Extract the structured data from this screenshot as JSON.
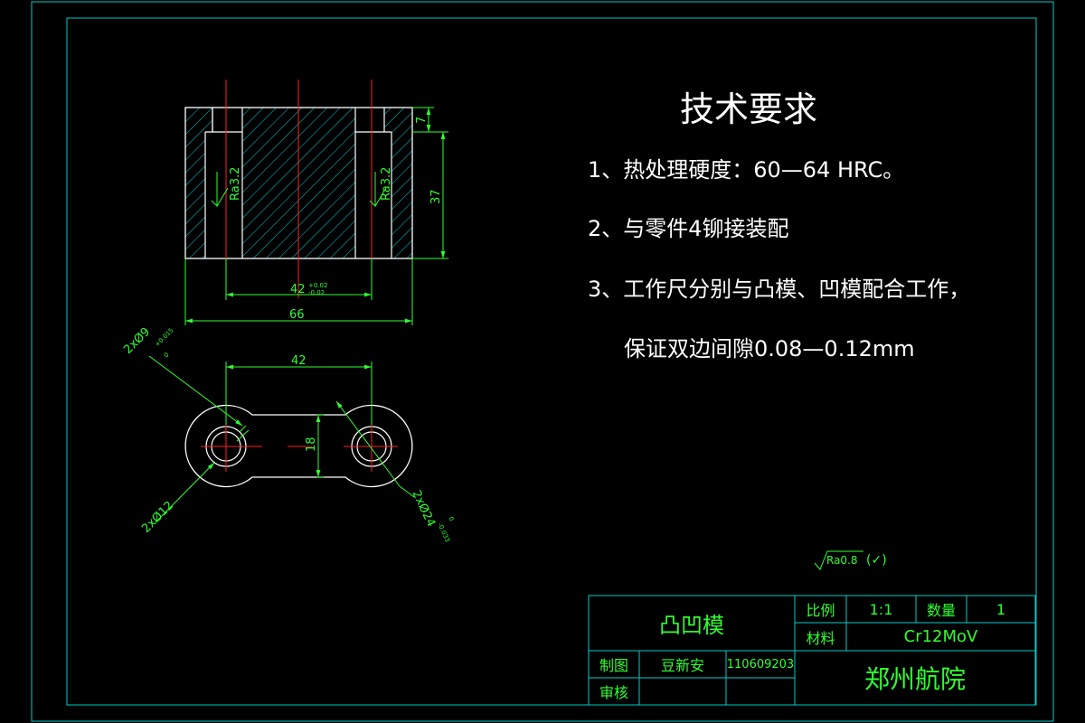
{
  "technical_requirements": {
    "heading": "技术要求",
    "items": [
      "1、热处理硬度：60—64 HRC。",
      "2、与零件4铆接装配",
      "3、工作尺分别与凸模、凹模配合工作，",
      "保证双边间隙0.08—0.12mm"
    ]
  },
  "section_view": {
    "roughness_left": "Ra3.2",
    "roughness_right": "Ra3.2",
    "dim_top_step": "7",
    "dim_height": "37",
    "dim_hole_spacing": "42",
    "dim_hole_spacing_tol_upper": "+0.02",
    "dim_hole_spacing_tol_lower": "-0.02",
    "dim_overall_width": "66"
  },
  "plan_view": {
    "dim_center_distance": "42",
    "dim_web_width": "18",
    "dim_hole_small": "2xØ9",
    "dim_hole_small_tol_upper": "+0.015",
    "dim_hole_small_tol_lower": "0",
    "dim_hole_medium": "2xØ12",
    "dim_boss_diameter": "2xØ24",
    "dim_boss_tol_upper": "0",
    "dim_boss_tol_lower": "-0.033"
  },
  "general_roughness": {
    "value": "Ra0.8",
    "suffix": "(✓)"
  },
  "title_block": {
    "part_name": "凸凹模",
    "scale_label": "比例",
    "scale_value": "1:1",
    "quantity_label": "数量",
    "quantity_value": "1",
    "material_label": "材料",
    "material_value": "Cr12MoV",
    "drawn_label": "制图",
    "drawn_name": "豆新安",
    "drawn_id": "110609203",
    "checked_label": "审核",
    "institution": "郑州航院"
  },
  "colors": {
    "background": "#000000",
    "frame": "#00cccc",
    "outline": "#ffffff",
    "dimension": "#30ff30",
    "centerline": "#ff2020",
    "hatch": "#00cccc",
    "text": "#ffffff"
  }
}
